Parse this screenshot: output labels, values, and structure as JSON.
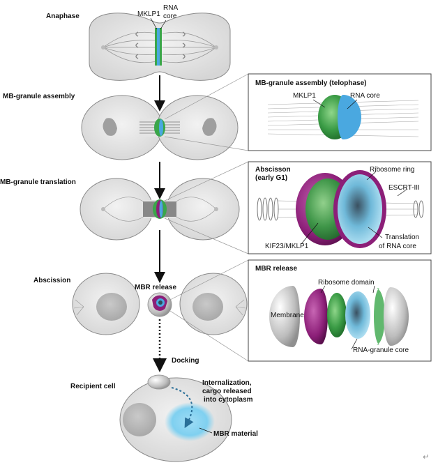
{
  "stages": {
    "anaphase": "Anaphase",
    "assembly": "MB-granule assembly",
    "translation": "MB-granule translation",
    "abscission": "Abscission",
    "recipient": "Recipient cell"
  },
  "cell_labels": {
    "mklp1": "MKLP1",
    "rna_core_line1": "RNA",
    "rna_core_line2": "core",
    "mbr_release": "MBR release",
    "docking": "Docking",
    "intern_line1": "Internalization,",
    "intern_line2": "cargo released",
    "intern_line3": "into cytoplasm",
    "mbr_material": "MBR material"
  },
  "panel_telophase": {
    "title": "MB-granule assembly (telophase)",
    "mklp1": "MKLP1",
    "rna_core": "RNA core"
  },
  "panel_abscission": {
    "title_line1": "Abscisson",
    "title_line2": "(early G1)",
    "ribosome_ring": "Ribosome ring",
    "escrt": "ESCRT-III",
    "translation_line1": "Translation",
    "translation_line2": "of RNA core",
    "kif23": "KIF23/MKLP1"
  },
  "panel_release": {
    "title": "MBR release",
    "ribosome_domain": "Ribosome domain",
    "membrane": "Membrane",
    "rna_granule": "RNA-granule core"
  },
  "colors": {
    "cell_fill": "#e6e6e6",
    "cell_stroke": "#8a8a8a",
    "green": "#3aa64a",
    "blue": "#4aa8e0",
    "purple": "#8c1f78",
    "cyan_material": "#7fd0f0"
  },
  "icons": {
    "return_glyph": "↵"
  }
}
